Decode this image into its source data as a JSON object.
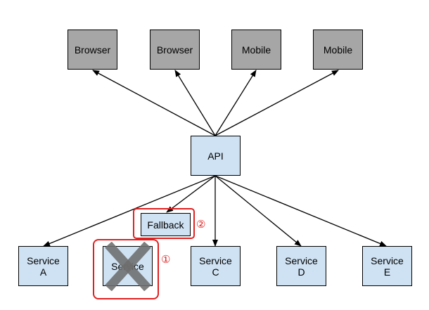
{
  "clients": [
    {
      "label": "Browser"
    },
    {
      "label": "Browser"
    },
    {
      "label": "Mobile"
    },
    {
      "label": "Mobile"
    }
  ],
  "gateway": {
    "label": "API"
  },
  "fallback": {
    "label": "Fallback"
  },
  "services": [
    {
      "line1": "Service",
      "line2": "A"
    },
    {
      "line1": "Service",
      "line2": ""
    },
    {
      "line1": "Service",
      "line2": "C"
    },
    {
      "line1": "Service",
      "line2": "D"
    },
    {
      "line1": "Service",
      "line2": "E"
    }
  ],
  "markers": {
    "first": "①",
    "second": "②"
  },
  "colors": {
    "client_fill": "#a6a6a6",
    "service_fill": "#cfe2f3",
    "highlight": "#e02020",
    "failure_mark": "#6e6e6e"
  },
  "status": {
    "service_2_failed": true
  }
}
